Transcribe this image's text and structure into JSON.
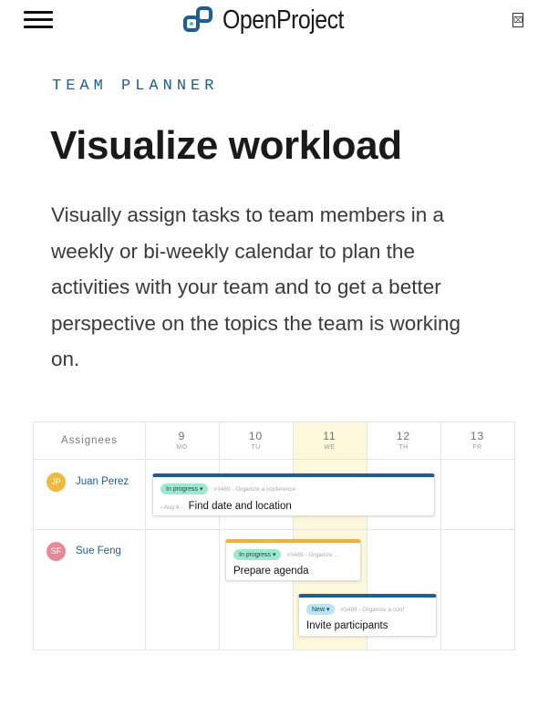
{
  "header": {
    "menu_icon": "hamburger-icon",
    "logo_text": "OpenProject",
    "search_icon_glyph": "⌧"
  },
  "hero": {
    "eyebrow": "TEAM PLANNER",
    "title": "Visualize workload",
    "description": "Visually assign tasks to team members in a weekly or bi-weekly calendar to plan the activities with your team and to get a better perspective on the topics the team is working on."
  },
  "calendar": {
    "assignees_label": "Assignees",
    "days": [
      {
        "num": "9",
        "label": "MO"
      },
      {
        "num": "10",
        "label": "TU"
      },
      {
        "num": "11",
        "label": "WE"
      },
      {
        "num": "12",
        "label": "TH"
      },
      {
        "num": "13",
        "label": "FR"
      }
    ],
    "today_index": 2,
    "people": [
      {
        "initials": "JP",
        "name": "Juan Perez",
        "color": "#f0b83c"
      },
      {
        "initials": "SF",
        "name": "Sue Feng",
        "color": "#e78a97"
      }
    ],
    "tasks": [
      {
        "status": "In progress",
        "ref": "#3489 - Organize a conference",
        "date": "‹ Aug 6 -",
        "title": "Find date and location",
        "accent": "#1f5d96",
        "badge_color": "#9ee8d2"
      },
      {
        "status": "In progress",
        "ref": "#3489 - Organize ...",
        "date": "",
        "title": "Prepare agenda",
        "accent": "#f0b040",
        "badge_color": "#9ee8d2"
      },
      {
        "status": "New",
        "ref": "#3489 - Organize a conf",
        "date": "",
        "title": "Invite participants",
        "accent": "#1f5d96",
        "badge_color": "#b8e4f6"
      }
    ]
  },
  "colors": {
    "brand_blue": "#1f5d96",
    "today_highlight": "#fdf8dc"
  }
}
